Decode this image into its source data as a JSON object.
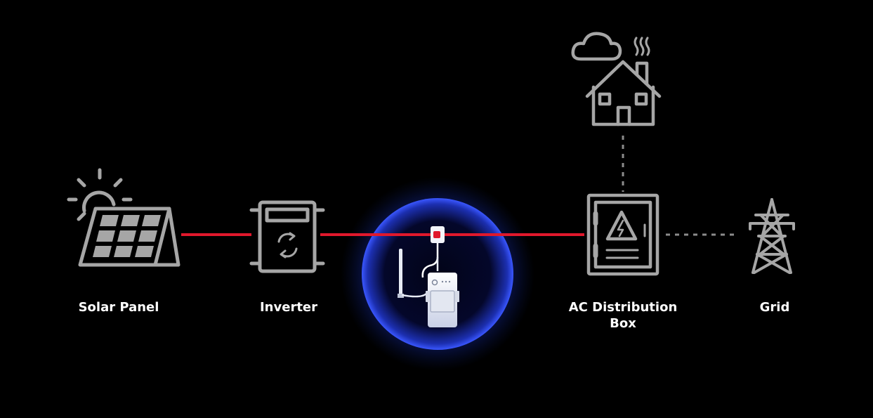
{
  "colors": {
    "background": "#000000",
    "icon_stroke": "#a6a6a6",
    "power_line": "#e0182c",
    "dashed_link": "#8c8c8c",
    "halo_outer": "#0a1a5c",
    "halo_inner": "#2845e8",
    "label": "#ffffff"
  },
  "nodes": {
    "solar_panel": {
      "label": "Solar Panel",
      "icon": "solar-panel-icon"
    },
    "inverter": {
      "label": "Inverter",
      "icon": "inverter-icon"
    },
    "energy_meter": {
      "icon": "smart-energy-meter-icon"
    },
    "ac_distribution_box": {
      "label_line1": "AC Distribution",
      "label_line2": "Box",
      "icon": "distribution-box-icon"
    },
    "grid": {
      "label": "Grid",
      "icon": "transmission-tower-icon"
    },
    "house": {
      "icon": "house-icon"
    },
    "cloud": {
      "icon": "cloud-icon"
    }
  },
  "links": [
    {
      "from": "solar_panel",
      "to": "inverter",
      "style": "solid-red"
    },
    {
      "from": "inverter",
      "to": "ac_distribution_box",
      "style": "solid-red"
    },
    {
      "from": "ac_distribution_box",
      "to": "grid",
      "style": "dashed-gray"
    },
    {
      "from": "ac_distribution_box",
      "to": "house",
      "style": "dashed-gray"
    }
  ]
}
